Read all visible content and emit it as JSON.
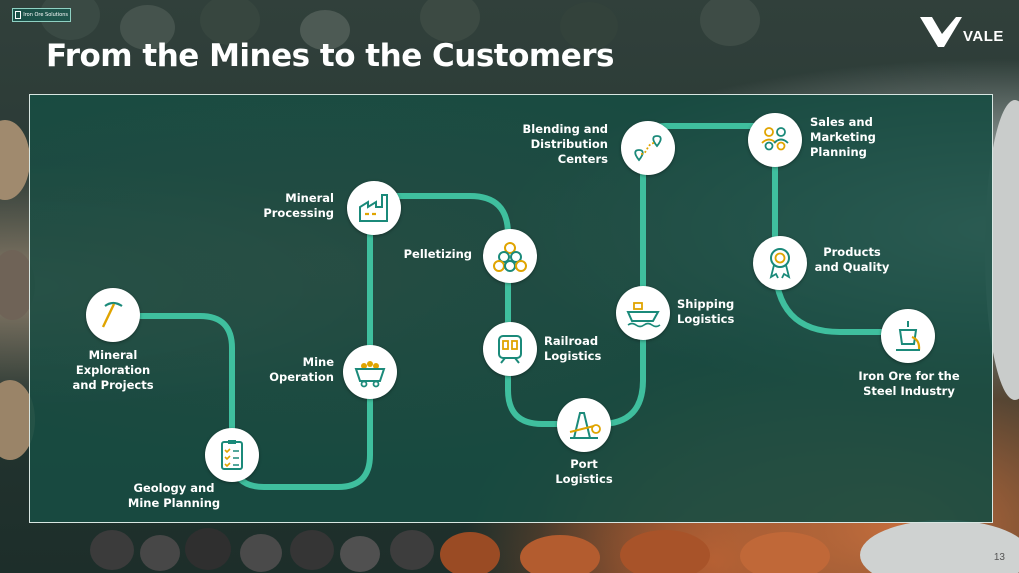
{
  "slide": {
    "title": "From the Mines to the Customers",
    "tag_text": "Iron Ore Solutions",
    "logo_text": "VALE",
    "page_number": "13"
  },
  "colors": {
    "panel": "#174c42",
    "path": "#3fbf9e",
    "icon_teal": "#1b8a7a",
    "icon_gold": "#e0a400"
  },
  "steps": [
    {
      "id": "mineral-exploration",
      "label": "Mineral\nExploration\nand Projects",
      "icon": "pickaxe-icon"
    },
    {
      "id": "geology-mine-planning",
      "label": "Geology and\nMine Planning",
      "icon": "checklist-icon"
    },
    {
      "id": "mine-operation",
      "label": "Mine\nOperation",
      "icon": "mine-cart-icon"
    },
    {
      "id": "mineral-processing",
      "label": "Mineral\nProcessing",
      "icon": "factory-icon"
    },
    {
      "id": "pelletizing",
      "label": "Pelletizing",
      "icon": "pellets-icon"
    },
    {
      "id": "railroad-logistics",
      "label": "Railroad\nLogistics",
      "icon": "train-icon"
    },
    {
      "id": "port-logistics",
      "label": "Port\nLogistics",
      "icon": "port-crane-icon"
    },
    {
      "id": "shipping-logistics",
      "label": "Shipping\nLogistics",
      "icon": "ship-icon"
    },
    {
      "id": "blending-distribution",
      "label": "Blending and\nDistribution\nCenters",
      "icon": "route-pin-icon"
    },
    {
      "id": "sales-marketing",
      "label": "Sales and\nMarketing\nPlanning",
      "icon": "people-icon"
    },
    {
      "id": "products-quality",
      "label": "Products\nand Quality",
      "icon": "award-ribbon-icon"
    },
    {
      "id": "iron-ore-steel",
      "label": "Iron Ore for the\nSteel Industry",
      "icon": "ladle-icon"
    }
  ]
}
